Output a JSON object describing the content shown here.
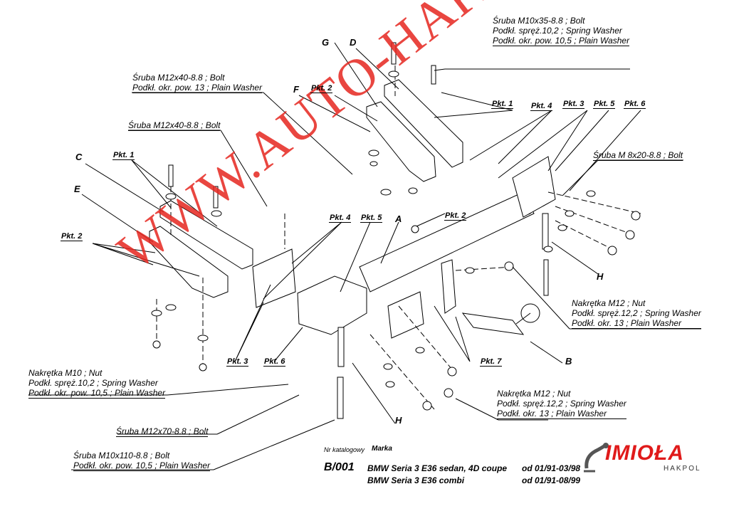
{
  "watermark": "WWW.AUTO-HAK.RO",
  "letters": {
    "A": "A",
    "B": "B",
    "C": "C",
    "D": "D",
    "E": "E",
    "F": "F",
    "G": "G",
    "H1": "H",
    "H2": "H"
  },
  "pkt": {
    "p1_left": "Pkt. 1",
    "p2_left": "Pkt. 2",
    "p2_top": "Pkt. 2",
    "p1_top": "Pkt. 1",
    "p4_top": "Pkt. 4",
    "p3_top": "Pkt. 3",
    "p5_top": "Pkt. 5",
    "p6_top": "Pkt. 6",
    "p4_mid": "Pkt. 4",
    "p5_mid": "Pkt. 5",
    "p2_mid": "Pkt. 2",
    "p3_bottom": "Pkt. 3",
    "p6_bottom": "Pkt. 6",
    "p7": "Pkt. 7"
  },
  "labels": {
    "bolt_m10x35": [
      "Śruba M10x35-8.8 ;  Bolt",
      "Podkł. spręż.10,2 ; Spring Washer",
      "Podkł. okr. pow. 10,5 ; Plain Washer"
    ],
    "bolt_m12x40_a": [
      "Śruba M12x40-8.8 ;  Bolt",
      "Podkł. okr. pow. 13 ; Plain Washer"
    ],
    "bolt_m12x40_b": [
      "Śruba M12x40-8.8 ;  Bolt"
    ],
    "bolt_m8x20": [
      "Śruba M 8x20-8.8 ;  Bolt"
    ],
    "nut_m12_right": [
      "Nakrętka  M12 ; Nut",
      "Podkł. spręż.12,2 ; Spring Washer",
      "Podkł. okr. 13 ; Plain Washer"
    ],
    "nut_m10": [
      "Nakrętka  M10 ; Nut",
      "Podkł. spręż.10,2 ; Spring Washer",
      "Podkł. okr. pow. 10,5 ; Plain Washer"
    ],
    "nut_m12_bottom": [
      "Nakrętka  M12 ; Nut",
      "Podkł. spręż.12,2 ; Spring Washer",
      "Podkł. okr. 13 ; Plain Washer"
    ],
    "bolt_m12x70": [
      "Śruba M12x70-8.8 ;  Bolt"
    ],
    "bolt_m10x110": [
      "Śruba M10x110-8.8 ;  Bolt",
      "Podkł. okr. pow. 10,5 ; Plain Washer"
    ]
  },
  "footer": {
    "nr_katalogowy": "Nr katalogowy",
    "marka": "Marka",
    "catalog_no": "B/001",
    "rows": [
      {
        "model": "BMW Seria 3  E36 sedan, 4D coupe",
        "years": "od 01/91-03/98"
      },
      {
        "model": "BMW Seria 3  E36 combi",
        "years": "od 01/91-08/99"
      }
    ]
  },
  "logo": {
    "name": "IMIOŁA",
    "sub": "HAKPOL"
  },
  "colors": {
    "watermark": "#e6261f",
    "logo": "#e01a1a",
    "line": "#000000"
  }
}
